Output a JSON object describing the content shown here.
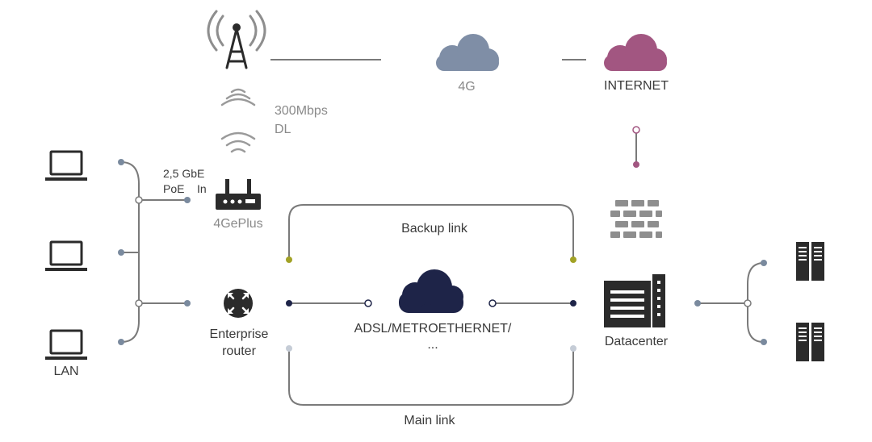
{
  "labels": {
    "speed_line1": "300Mbps",
    "speed_line2": "DL",
    "cloud_4g": "4G",
    "cloud_internet": "INTERNET",
    "poe_line1": "2,5 GbE",
    "poe_line2a": "PoE",
    "poe_line2b": "In",
    "router_4g": "4GePlus",
    "enterprise_line1": "Enterprise",
    "enterprise_line2": "router",
    "lan": "LAN",
    "backup_link": "Backup link",
    "wan_line1": "ADSL/METROETHERNET/",
    "wan_line2": "...",
    "datacenter": "Datacenter",
    "main_link": "Main link"
  },
  "colors": {
    "line": "#7a7a7a",
    "cloud_4g": "#7f8ea6",
    "cloud_internet": "#a25681",
    "cloud_wan": "#1e2448",
    "backup_dot": "#a2a225",
    "main_dot": "#c5ccd6",
    "wan_dot": "#1e2448",
    "lan_dot": "#7a8a9e",
    "icon_dark": "#2b2b2b",
    "firewall": "#8e8e8e"
  }
}
